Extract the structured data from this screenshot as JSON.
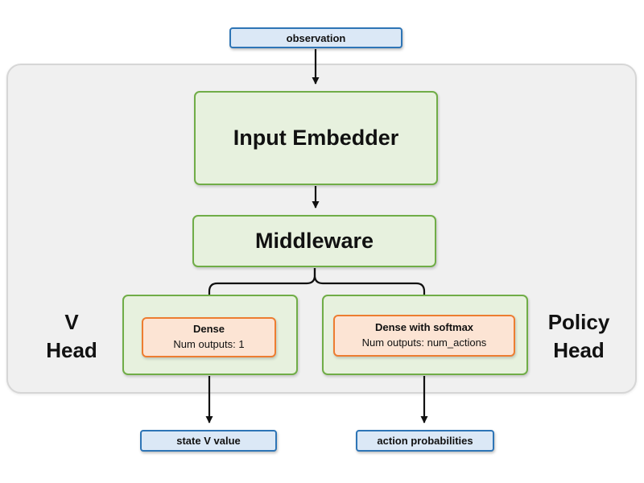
{
  "nodes": {
    "observation": "observation",
    "input_embedder": "Input Embedder",
    "middleware": "Middleware",
    "v_head_label": "V\nHead",
    "policy_head_label": "Policy\nHead",
    "v_dense_title": "Dense",
    "v_dense_subtitle": "Num outputs: 1",
    "policy_dense_title": "Dense with softmax",
    "policy_dense_subtitle": "Num outputs: num_actions",
    "state_v_value": "state V value",
    "action_probabilities": "action probabilities"
  },
  "colors": {
    "blue_fill": "#dbe8f6",
    "blue_border": "#2e75b6",
    "green_fill": "#e7f1de",
    "green_border": "#70ad47",
    "orange_fill": "#fce4d4",
    "orange_border": "#ed7d31",
    "gray_fill": "#f0f0f0",
    "gray_border": "#d6d6d6",
    "arrow": "#111111"
  }
}
